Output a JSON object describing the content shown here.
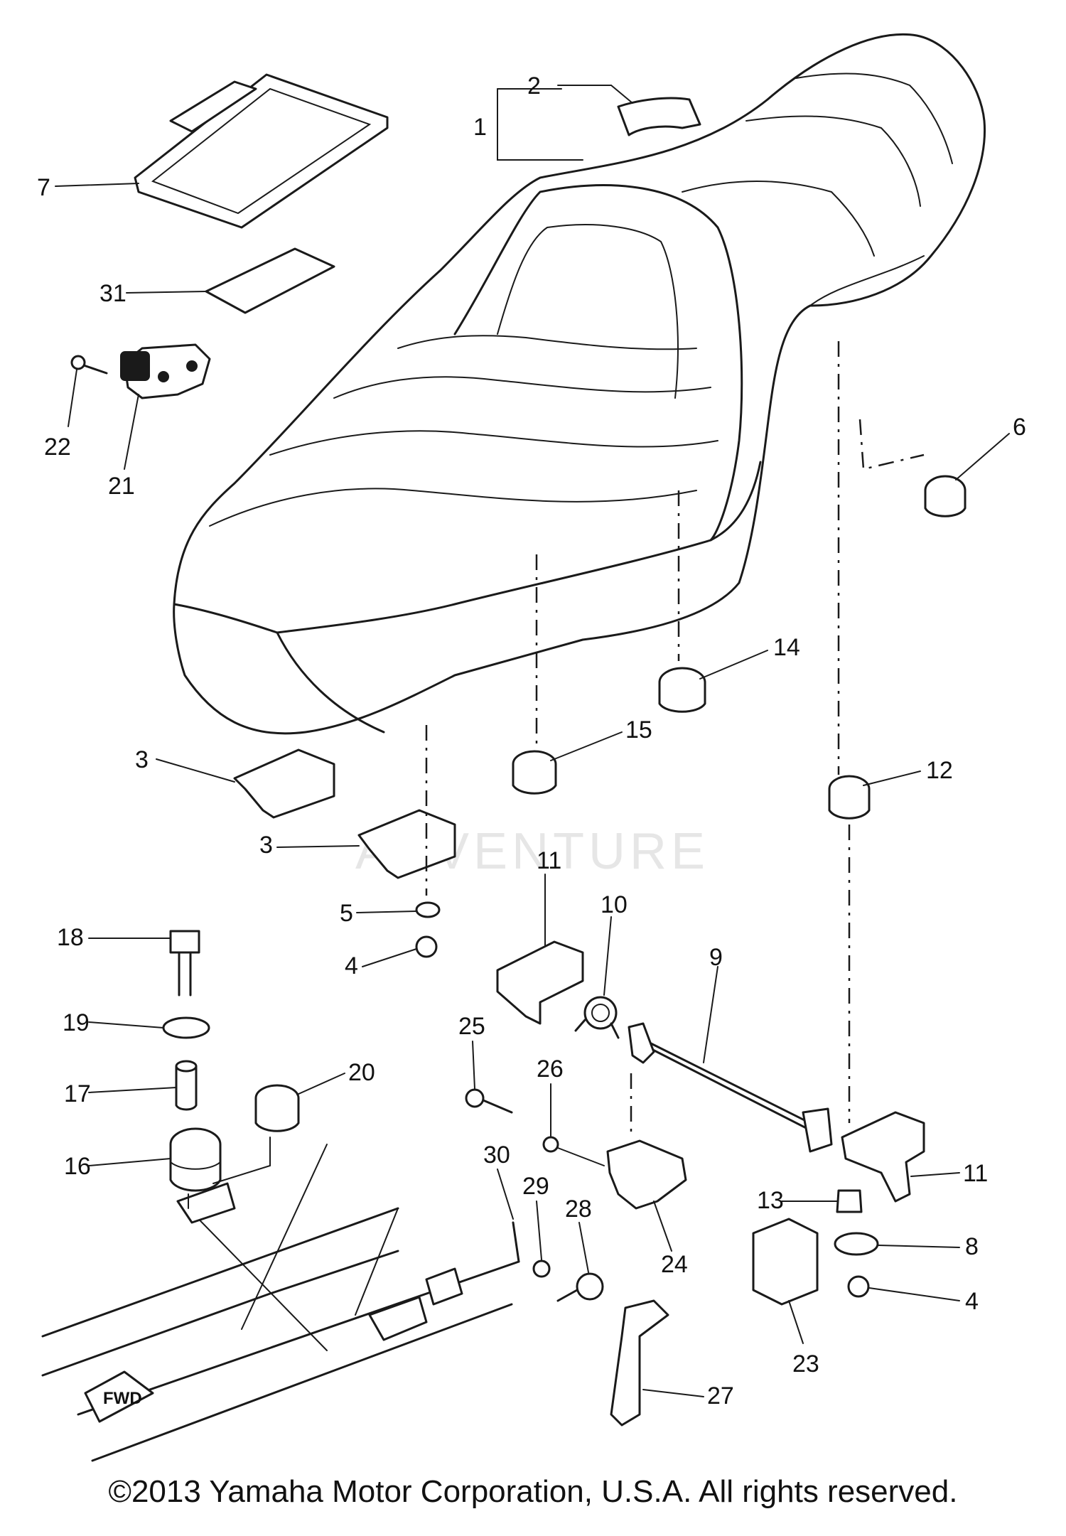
{
  "diagram": {
    "callouts": [
      "1",
      "2",
      "3",
      "3",
      "4",
      "4",
      "5",
      "6",
      "7",
      "8",
      "9",
      "10",
      "11",
      "11",
      "12",
      "13",
      "14",
      "15",
      "16",
      "17",
      "18",
      "19",
      "20",
      "21",
      "22",
      "23",
      "24",
      "25",
      "26",
      "27",
      "28",
      "29",
      "30",
      "31"
    ],
    "fwd_label": "FWD",
    "watermark": "ADVENTURE"
  },
  "footer": {
    "copyright": "©2013 Yamaha Motor Corporation, U.S.A. All rights reserved."
  }
}
